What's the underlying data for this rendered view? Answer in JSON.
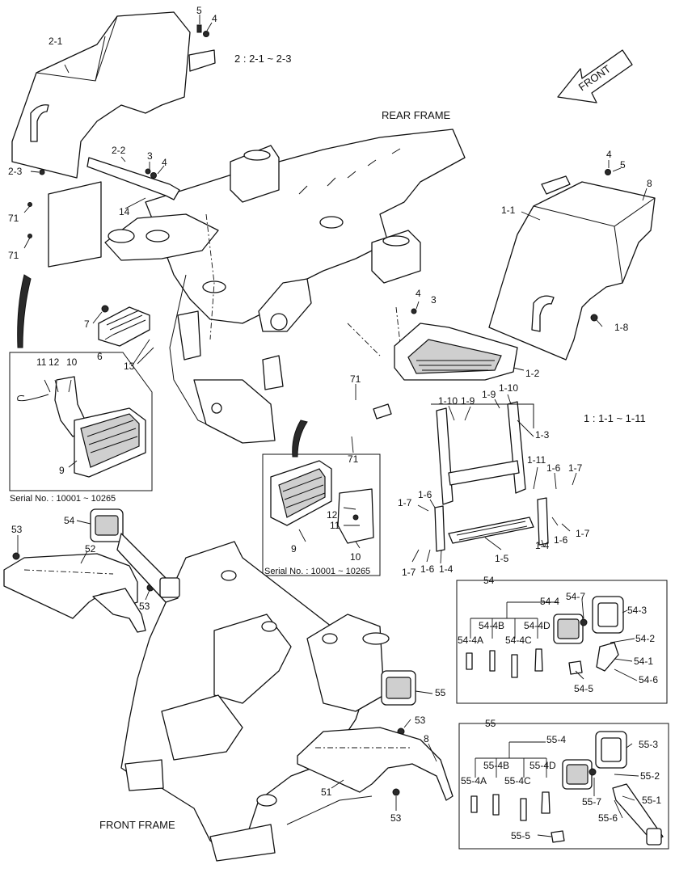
{
  "diagram": {
    "headings": {
      "rear_frame": "REAR FRAME",
      "front_frame": "FRONT FRAME",
      "front_arrow": "FRONT"
    },
    "notes": {
      "group_2": "2 : 2-1 ~ 2-3",
      "group_1": "1 : 1-1 ~ 1-11",
      "serial_left": "Serial No. : 10001 ~ 10265",
      "serial_center": "Serial No. : 10001 ~ 10265"
    },
    "callouts": {
      "c5a": "5",
      "c4a": "4",
      "c2_1": "2-1",
      "c2_2": "2-2",
      "c3a": "3",
      "c4b": "4",
      "c2_3": "2-3",
      "c14": "14",
      "c71a": "71",
      "c71b": "71",
      "c4c": "4",
      "c5b": "5",
      "c8a": "8",
      "c1_1": "1-1",
      "c1_8": "1-8",
      "c4d": "4",
      "c3b": "3",
      "c1_2": "1-2",
      "c7": "7",
      "c6": "6",
      "c13": "13",
      "c11": "11",
      "c12": "12",
      "c10": "10",
      "c9": "9",
      "c71c": "71",
      "c71d": "71",
      "c1_10a": "1-10",
      "c1_9a": "1-9",
      "c1_9b": "1-9",
      "c1_10b": "1-10",
      "c1_3": "1-3",
      "c1_11": "1-11",
      "c1_6a": "1-6",
      "c1_7a": "1-7",
      "c1_7b": "1-7",
      "c1_6b": "1-6",
      "c1_6c": "1-6",
      "c1_7c": "1-7",
      "c1_5": "1-5",
      "c1_4a": "1-4",
      "c1_4b": "1-4",
      "c1_7d": "1-7",
      "c1_6d": "1-6",
      "c12b": "12",
      "c11b": "11",
      "c9b": "9",
      "c10b": "10",
      "c54": "54",
      "c53a": "53",
      "c52": "52",
      "c53b": "53",
      "c55": "55",
      "c53c": "53",
      "c8b": "8",
      "c51": "51",
      "c53d": "53"
    },
    "kit54": {
      "title": "54",
      "labels": {
        "k4": "54-4",
        "k7": "54-7",
        "k3": "54-3",
        "k4b": "54-4B",
        "k4d": "54-4D",
        "k4a": "54-4A",
        "k4c": "54-4C",
        "k2": "54-2",
        "k1": "54-1",
        "k6": "54-6",
        "k5": "54-5"
      }
    },
    "kit55": {
      "title": "55",
      "labels": {
        "k4": "55-4",
        "k3": "55-3",
        "k4b": "55-4B",
        "k4d": "55-4D",
        "k2": "55-2",
        "k4a": "55-4A",
        "k4c": "55-4C",
        "k7": "55-7",
        "k1": "55-1",
        "k6": "55-6",
        "k5": "55-5"
      }
    }
  }
}
